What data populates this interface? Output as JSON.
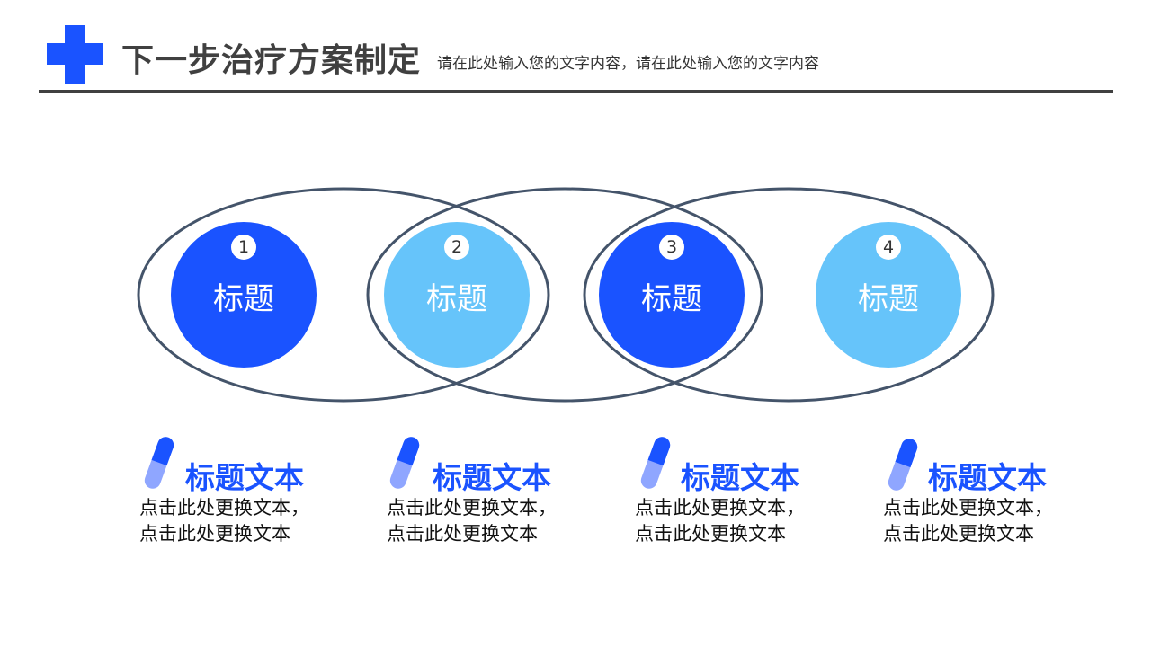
{
  "header": {
    "title": "下一步治疗方案制定",
    "subtitle": "请在此处输入您的文字内容，请在此处输入您的文字内容",
    "icon": "plus-cross-icon"
  },
  "colors": {
    "accent": "#1a53ff",
    "light": "#66c4fa",
    "outline": "#44546a"
  },
  "steps": [
    {
      "number": "1",
      "label": "标题",
      "title": "标题文本",
      "line1": "点击此处更换文本，",
      "line2": "点击此处更换文本"
    },
    {
      "number": "2",
      "label": "标题",
      "title": "标题文本",
      "line1": "点击此处更换文本，",
      "line2": "点击此处更换文本"
    },
    {
      "number": "3",
      "label": "标题",
      "title": "标题文本",
      "line1": "点击此处更换文本，",
      "line2": "点击此处更换文本"
    },
    {
      "number": "4",
      "label": "标题",
      "title": "标题文本",
      "line1": "点击此处更换文本，",
      "line2": "点击此处更换文本"
    }
  ]
}
